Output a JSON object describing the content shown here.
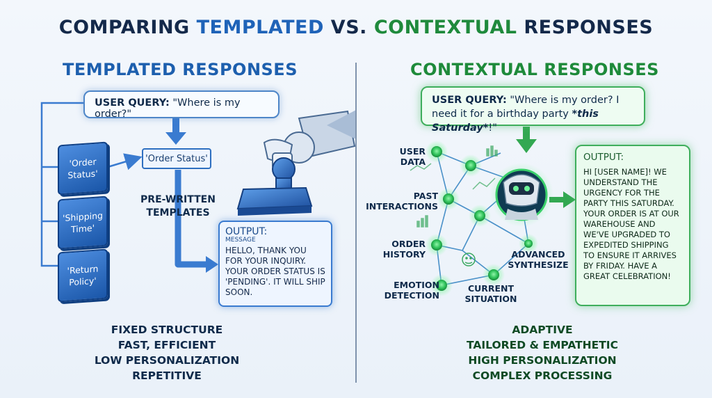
{
  "header": {
    "title_part1": "COMPARING ",
    "title_part2": "TEMPLATED",
    "title_part3": " VS. ",
    "title_part4": "CONTEXTUAL",
    "title_part5": " RESPONSES"
  },
  "templated": {
    "title": "TEMPLATED RESPONSES",
    "query_label": "USER QUERY:",
    "query_text": " \"Where is my order?\"",
    "blocks": [
      "'Order Status'",
      "'Shipping Time'",
      "'Return Policy'"
    ],
    "selected_template": "'Order Status'",
    "prewritten_label": "PRE-WRITTEN TEMPLATES",
    "output_label": "OUTPUT:",
    "output_sub": "MESSAGE",
    "output_message": "Hello, thank you for your inquiry. Your order status is 'Pending'. It will ship soon.",
    "features": [
      "FIXED STRUCTURE",
      "FAST, EFFICIENT",
      "LOW PERSONALIZATION",
      "REPETITIVE"
    ]
  },
  "contextual": {
    "title": "CONTEXTUAL RESPONSES",
    "query_label": "USER QUERY:",
    "query_text": " \"Where is my order? I need it for a birthday party ",
    "query_emphasis": "*this Saturday*",
    "query_end": "!\"",
    "inputs": {
      "user_data": "USER DATA",
      "past_interactions": "PAST INTERACTIONS",
      "order_history": "ORDER HISTORY",
      "emotion_detection": "EMOTION DETECTION",
      "current_situation": "CURRENT SITUATION",
      "advanced_synthesize": "ADVANCED SYNTHESIZE"
    },
    "output_label": "OUTPUT:",
    "output_message": "Hi [User Name]! We understand the urgency for the party this Saturday. Your order is at our warehouse and we've upgraded to expedited shipping to ensure it arrives by Friday. Have a great celebration!",
    "features": [
      "ADAPTIVE",
      "TAILORED & EMPATHETIC",
      "HIGH PERSONALIZATION",
      "COMPLEX PROCESSING"
    ]
  },
  "colors": {
    "blue": "#1f63b8",
    "green": "#1f8a3c",
    "navy": "#14294a"
  }
}
